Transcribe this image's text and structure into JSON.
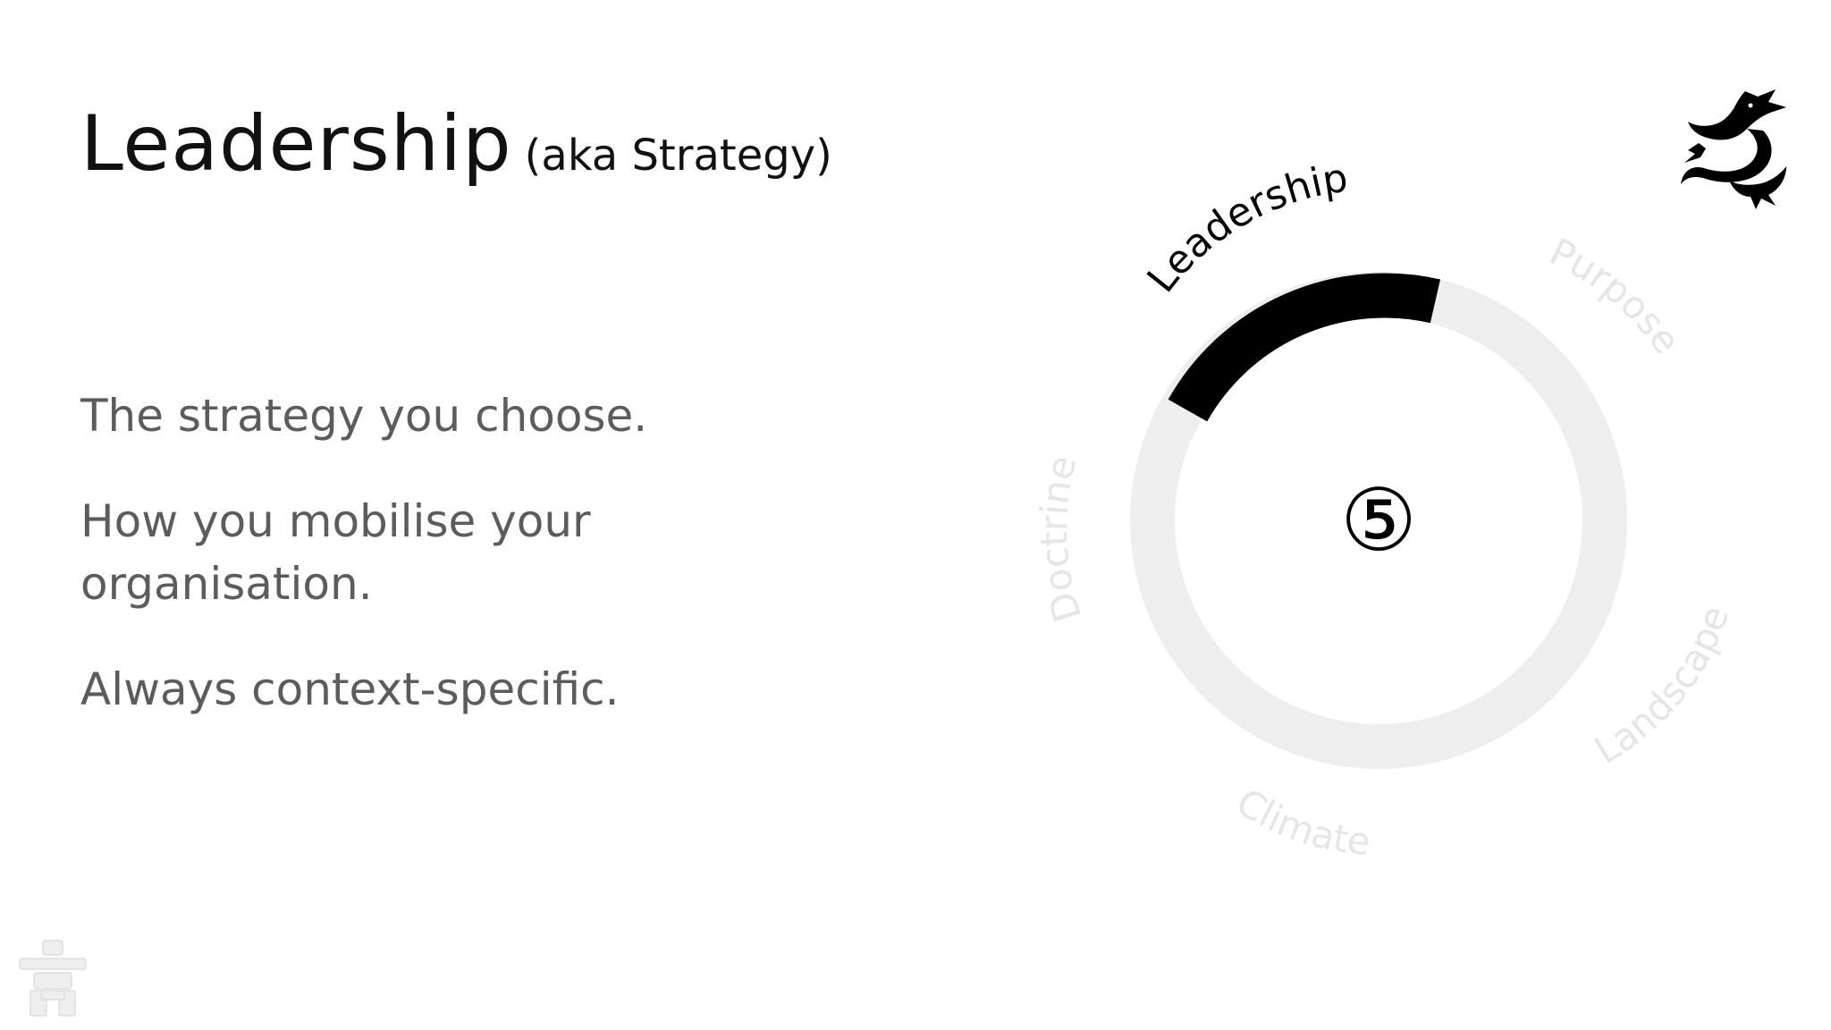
{
  "slide": {
    "title": "Leadership",
    "subtitle": "(aka Strategy)",
    "points": [
      "The strategy you choose.",
      "How you mobilise your organisation.",
      "Always context-specific."
    ]
  },
  "cycle": {
    "center_number": "⑤",
    "active_segment": "Leadership",
    "segments": [
      {
        "label": "Leadership",
        "active": true
      },
      {
        "label": "Purpose",
        "active": false
      },
      {
        "label": "Landscape",
        "active": false
      },
      {
        "label": "Climate",
        "active": false
      },
      {
        "label": "Doctrine",
        "active": false
      }
    ],
    "colors": {
      "active": "#000000",
      "ring": "#eeeeee",
      "faded_label": "#e6e6e6"
    }
  },
  "icons": {
    "logo": "dragon-logo-icon",
    "footer": "inukshuk-icon"
  }
}
